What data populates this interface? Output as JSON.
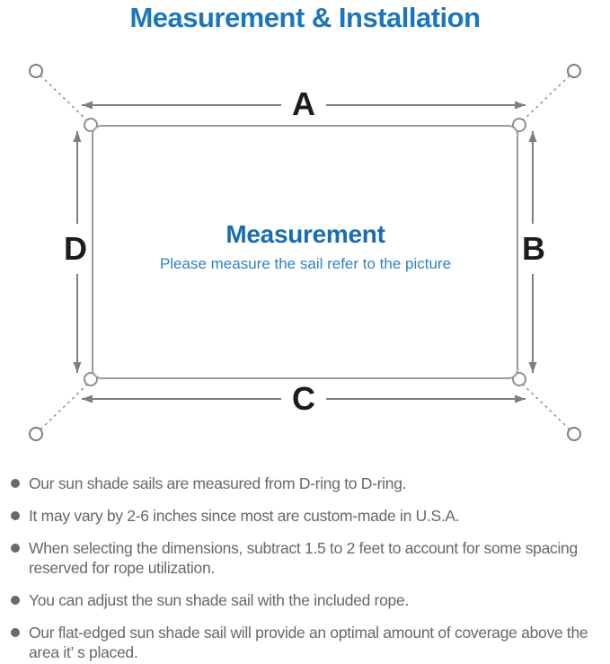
{
  "page": {
    "title": "Measurement & Installation"
  },
  "diagram": {
    "dimension_labels": {
      "top": "A",
      "right": "B",
      "bottom": "C",
      "left": "D"
    },
    "center": {
      "heading": "Measurement",
      "subheading": "Please measure the sail refer to the picture"
    }
  },
  "notes": {
    "items": [
      "Our sun shade sails are measured from D-ring to D-ring.",
      "It may vary by 2-6 inches since most are custom-made in U.S.A.",
      "When selecting the dimensions, subtract 1.5 to 2 feet to account for some spacing reserved for rope utilization.",
      "You can adjust the sun shade sail with the included rope.",
      "Our flat-edged sun shade sail will provide an optimal amount of coverage above the area it’ s placed."
    ]
  },
  "colors": {
    "title_blue": "#1b76bd",
    "heading_blue": "#176cb4",
    "subtitle_blue": "#2f82c6",
    "line_gray": "#8f8f8f",
    "arrow_gray": "#7e7e7e",
    "label_black": "#1c1c1c",
    "note_gray": "#686868",
    "bullet_gray": "#6a6a6a"
  }
}
